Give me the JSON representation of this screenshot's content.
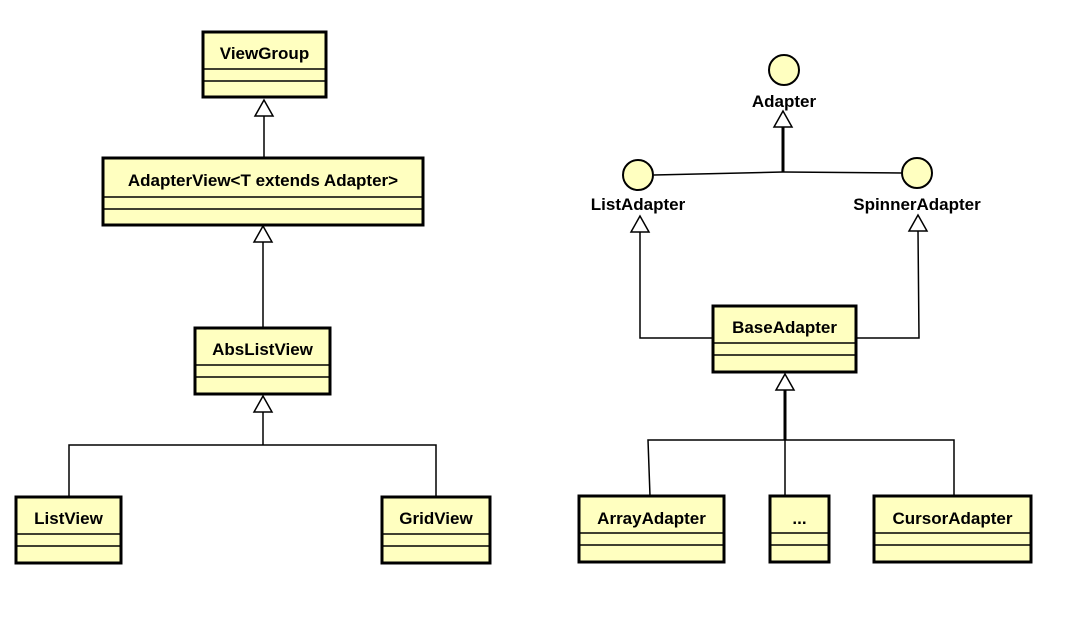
{
  "classes": {
    "viewgroup": "ViewGroup",
    "adapterview": "AdapterView<T extends Adapter>",
    "abslistview": "AbsListView",
    "listview": "ListView",
    "gridview": "GridView",
    "baseadapter": "BaseAdapter",
    "arrayadapter": "ArrayAdapter",
    "ellipsis": "...",
    "cursoradapter": "CursorAdapter"
  },
  "interfaces": {
    "adapter": "Adapter",
    "listadapter": "ListAdapter",
    "spinneradapter": "SpinnerAdapter"
  },
  "colors": {
    "class_fill": "#ffffc0",
    "stroke": "#000000",
    "background": "#ffffff"
  }
}
